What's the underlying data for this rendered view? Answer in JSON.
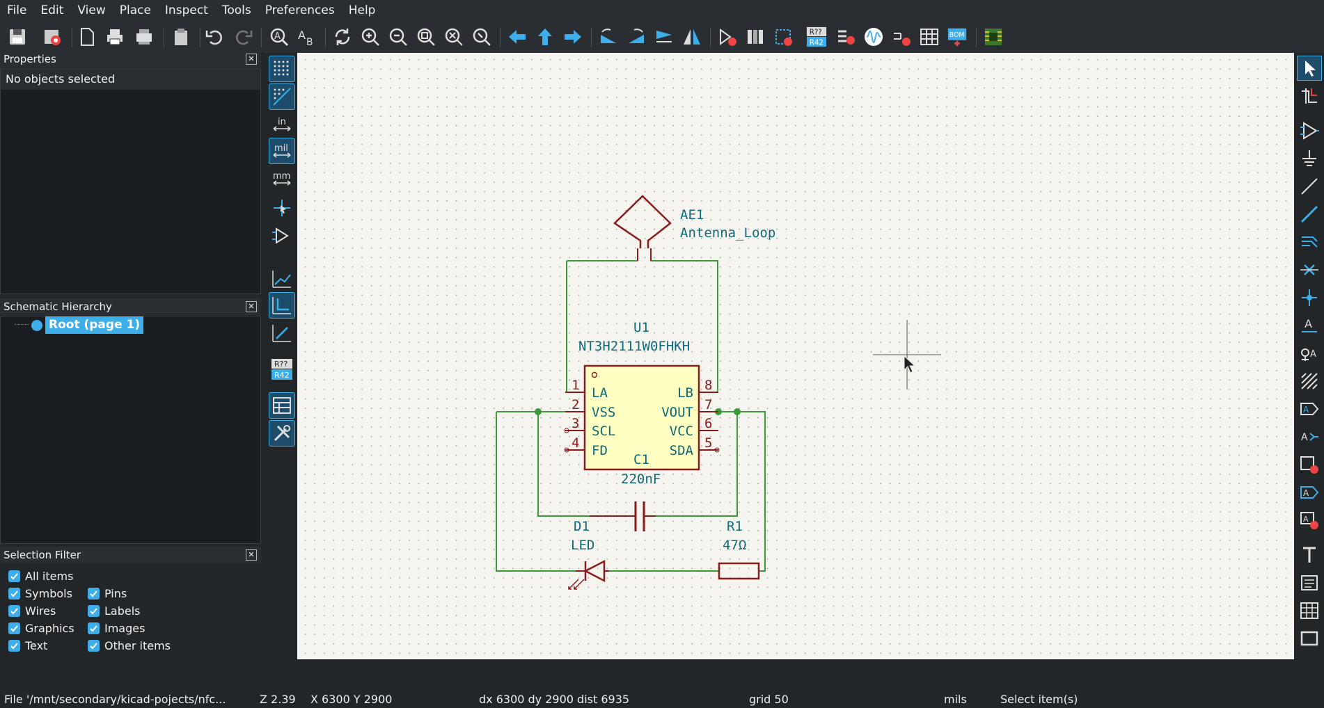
{
  "menu": [
    "File",
    "Edit",
    "View",
    "Place",
    "Inspect",
    "Tools",
    "Preferences",
    "Help"
  ],
  "properties": {
    "title": "Properties",
    "empty": "No objects selected"
  },
  "hierarchy": {
    "title": "Schematic Hierarchy",
    "root": "Root (page 1)"
  },
  "selection_filter": {
    "title": "Selection Filter",
    "items": [
      "All items",
      "Symbols",
      "Pins",
      "Wires",
      "Labels",
      "Graphics",
      "Images",
      "Text",
      "Other items"
    ]
  },
  "left_tools": {
    "in": "in",
    "mil": "mil",
    "mm": "mm",
    "annot_top": "R??",
    "annot_bot": "R42"
  },
  "toolbar": {
    "annot_top": "R??",
    "annot_bot": "R42",
    "bom": "BOM"
  },
  "schematic": {
    "antenna": {
      "ref": "AE1",
      "value": "Antenna_Loop"
    },
    "ic": {
      "ref": "U1",
      "value": "NT3H2111W0FHKH",
      "pins_left": [
        {
          "num": "1",
          "name": "LA"
        },
        {
          "num": "2",
          "name": "VSS"
        },
        {
          "num": "3",
          "name": "SCL"
        },
        {
          "num": "4",
          "name": "FD"
        }
      ],
      "pins_right": [
        {
          "num": "8",
          "name": "LB"
        },
        {
          "num": "7",
          "name": "VOUT"
        },
        {
          "num": "6",
          "name": "VCC"
        },
        {
          "num": "5",
          "name": "SDA"
        }
      ]
    },
    "cap": {
      "ref": "C1",
      "value": "220nF"
    },
    "led": {
      "ref": "D1",
      "value": "LED"
    },
    "res": {
      "ref": "R1",
      "value": "47Ω"
    },
    "colors": {
      "wire": "#3a9a3a",
      "body": "#8b1a1a",
      "fill": "#ffffc2",
      "text": "#0e6a7a"
    }
  },
  "status": {
    "file": "File '/mnt/secondary/kicad-pojects/nfc...",
    "zoom": "Z 2.39",
    "xy": "X 6300  Y 2900",
    "delta": "dx 6300  dy 2900  dist 6935",
    "grid": "grid 50",
    "units": "mils",
    "action": "Select item(s)"
  }
}
